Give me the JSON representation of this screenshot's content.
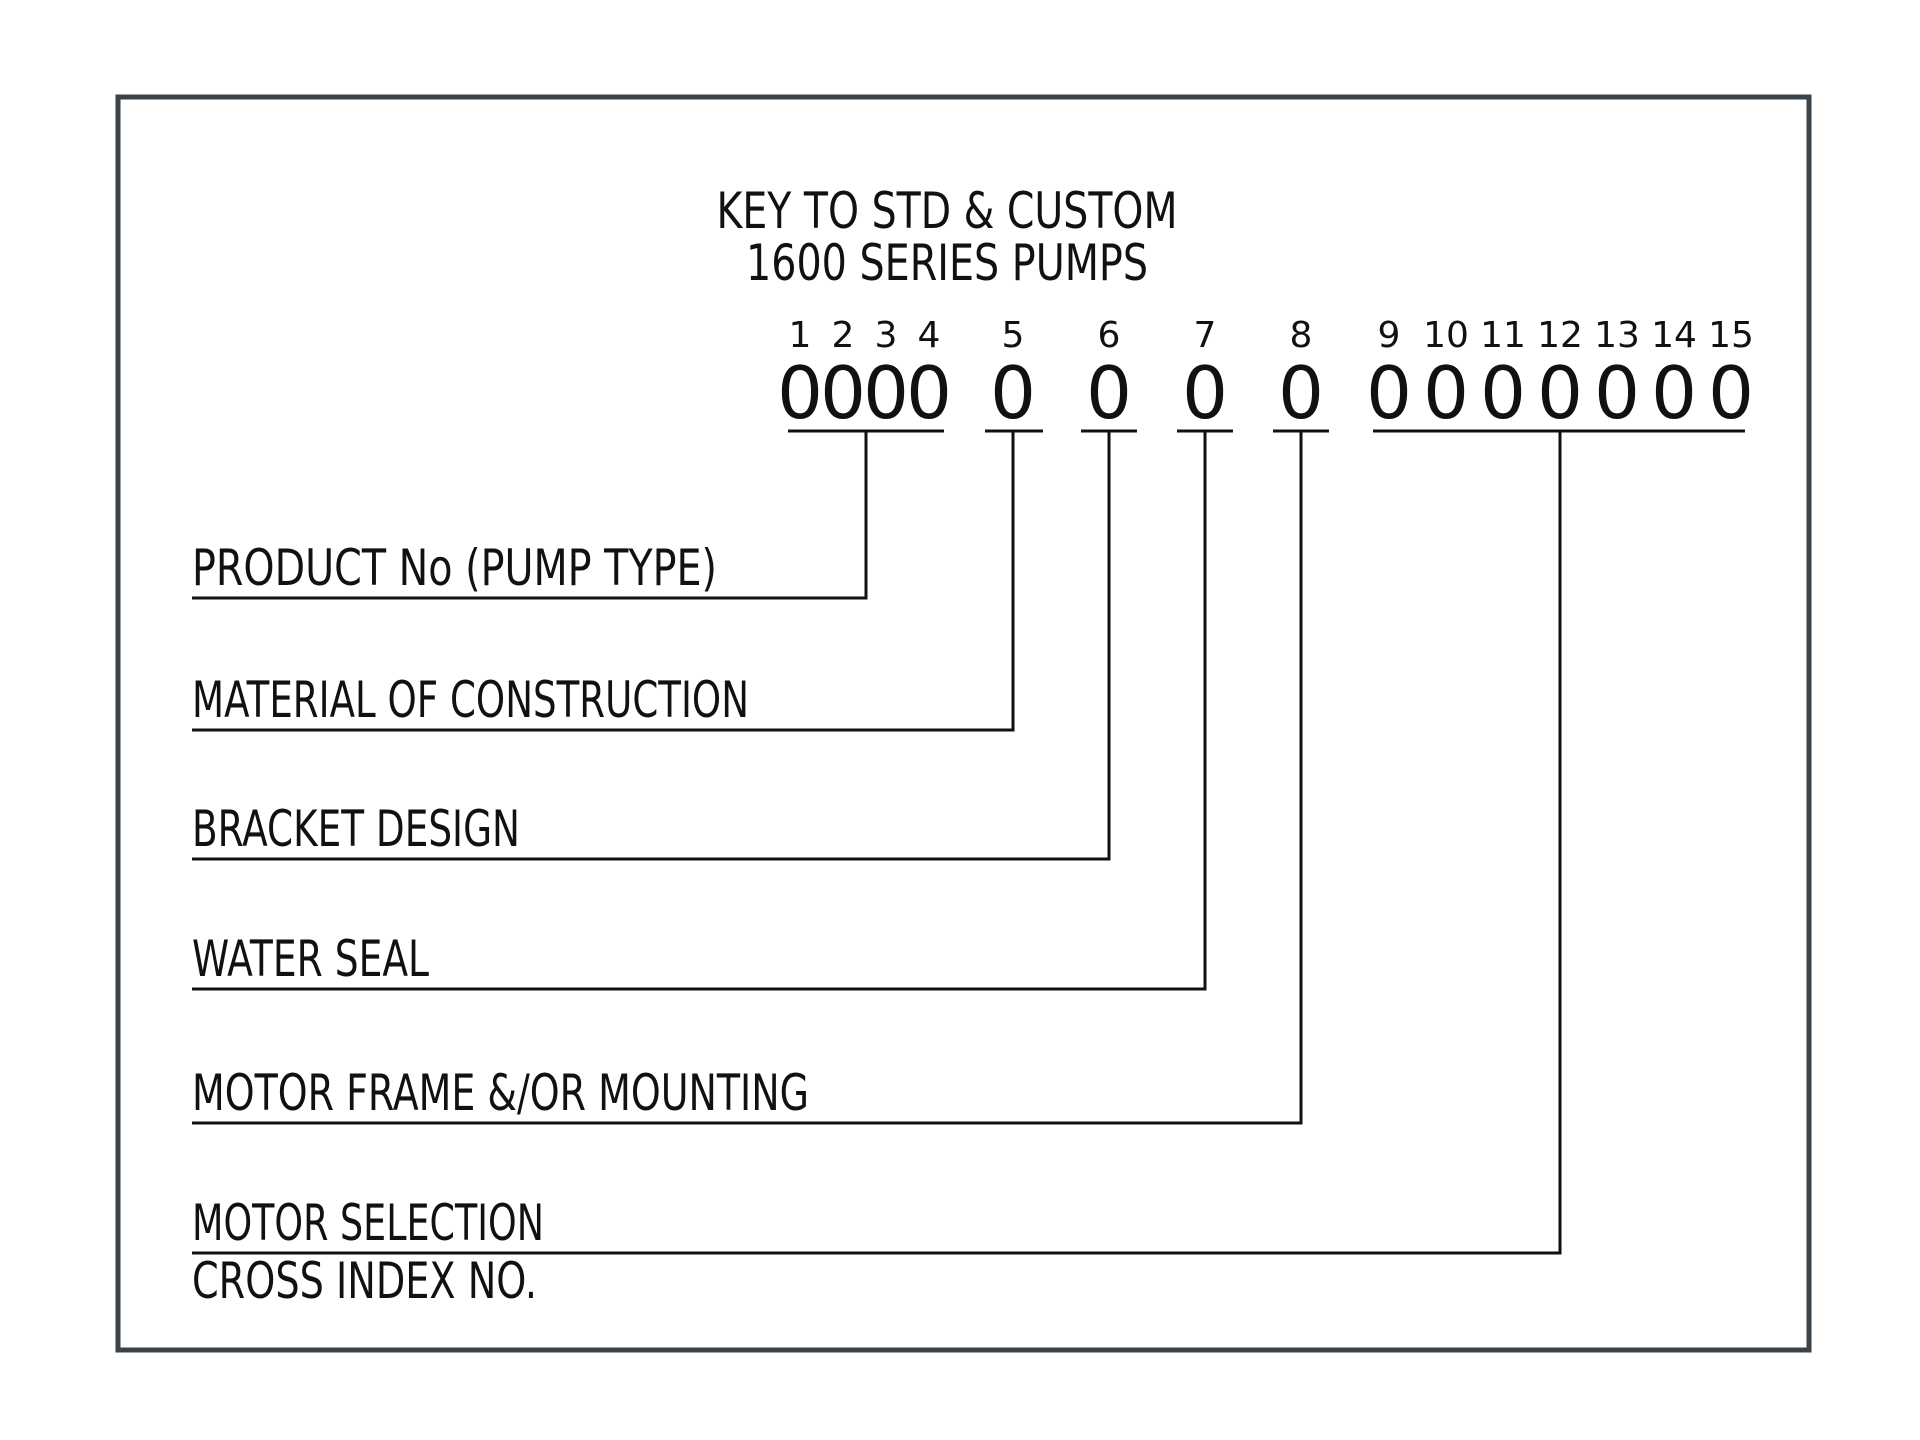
{
  "title": {
    "line1": "KEY TO STD & CUSTOM",
    "line2": "1600 SERIES PUMPS"
  },
  "position_numbers": [
    "1",
    "2",
    "3",
    "4",
    "5",
    "6",
    "7",
    "8",
    "9",
    "10",
    "11",
    "12",
    "13",
    "14",
    "15"
  ],
  "code_digit": "0",
  "fields": [
    {
      "label": "PRODUCT No (PUMP TYPE)",
      "positions": "1-4"
    },
    {
      "label": "MATERIAL OF CONSTRUCTION",
      "positions": "5"
    },
    {
      "label": "BRACKET DESIGN",
      "positions": "6"
    },
    {
      "label": "WATER SEAL",
      "positions": "7"
    },
    {
      "label": "MOTOR FRAME &/OR MOUNTING",
      "positions": "8"
    },
    {
      "label": "MOTOR SELECTION",
      "sublabel": "CROSS INDEX NO.",
      "positions": "9-15"
    }
  ],
  "colors": {
    "ink": "#111111",
    "frame": "#3a4248",
    "background": "#ffffff"
  }
}
